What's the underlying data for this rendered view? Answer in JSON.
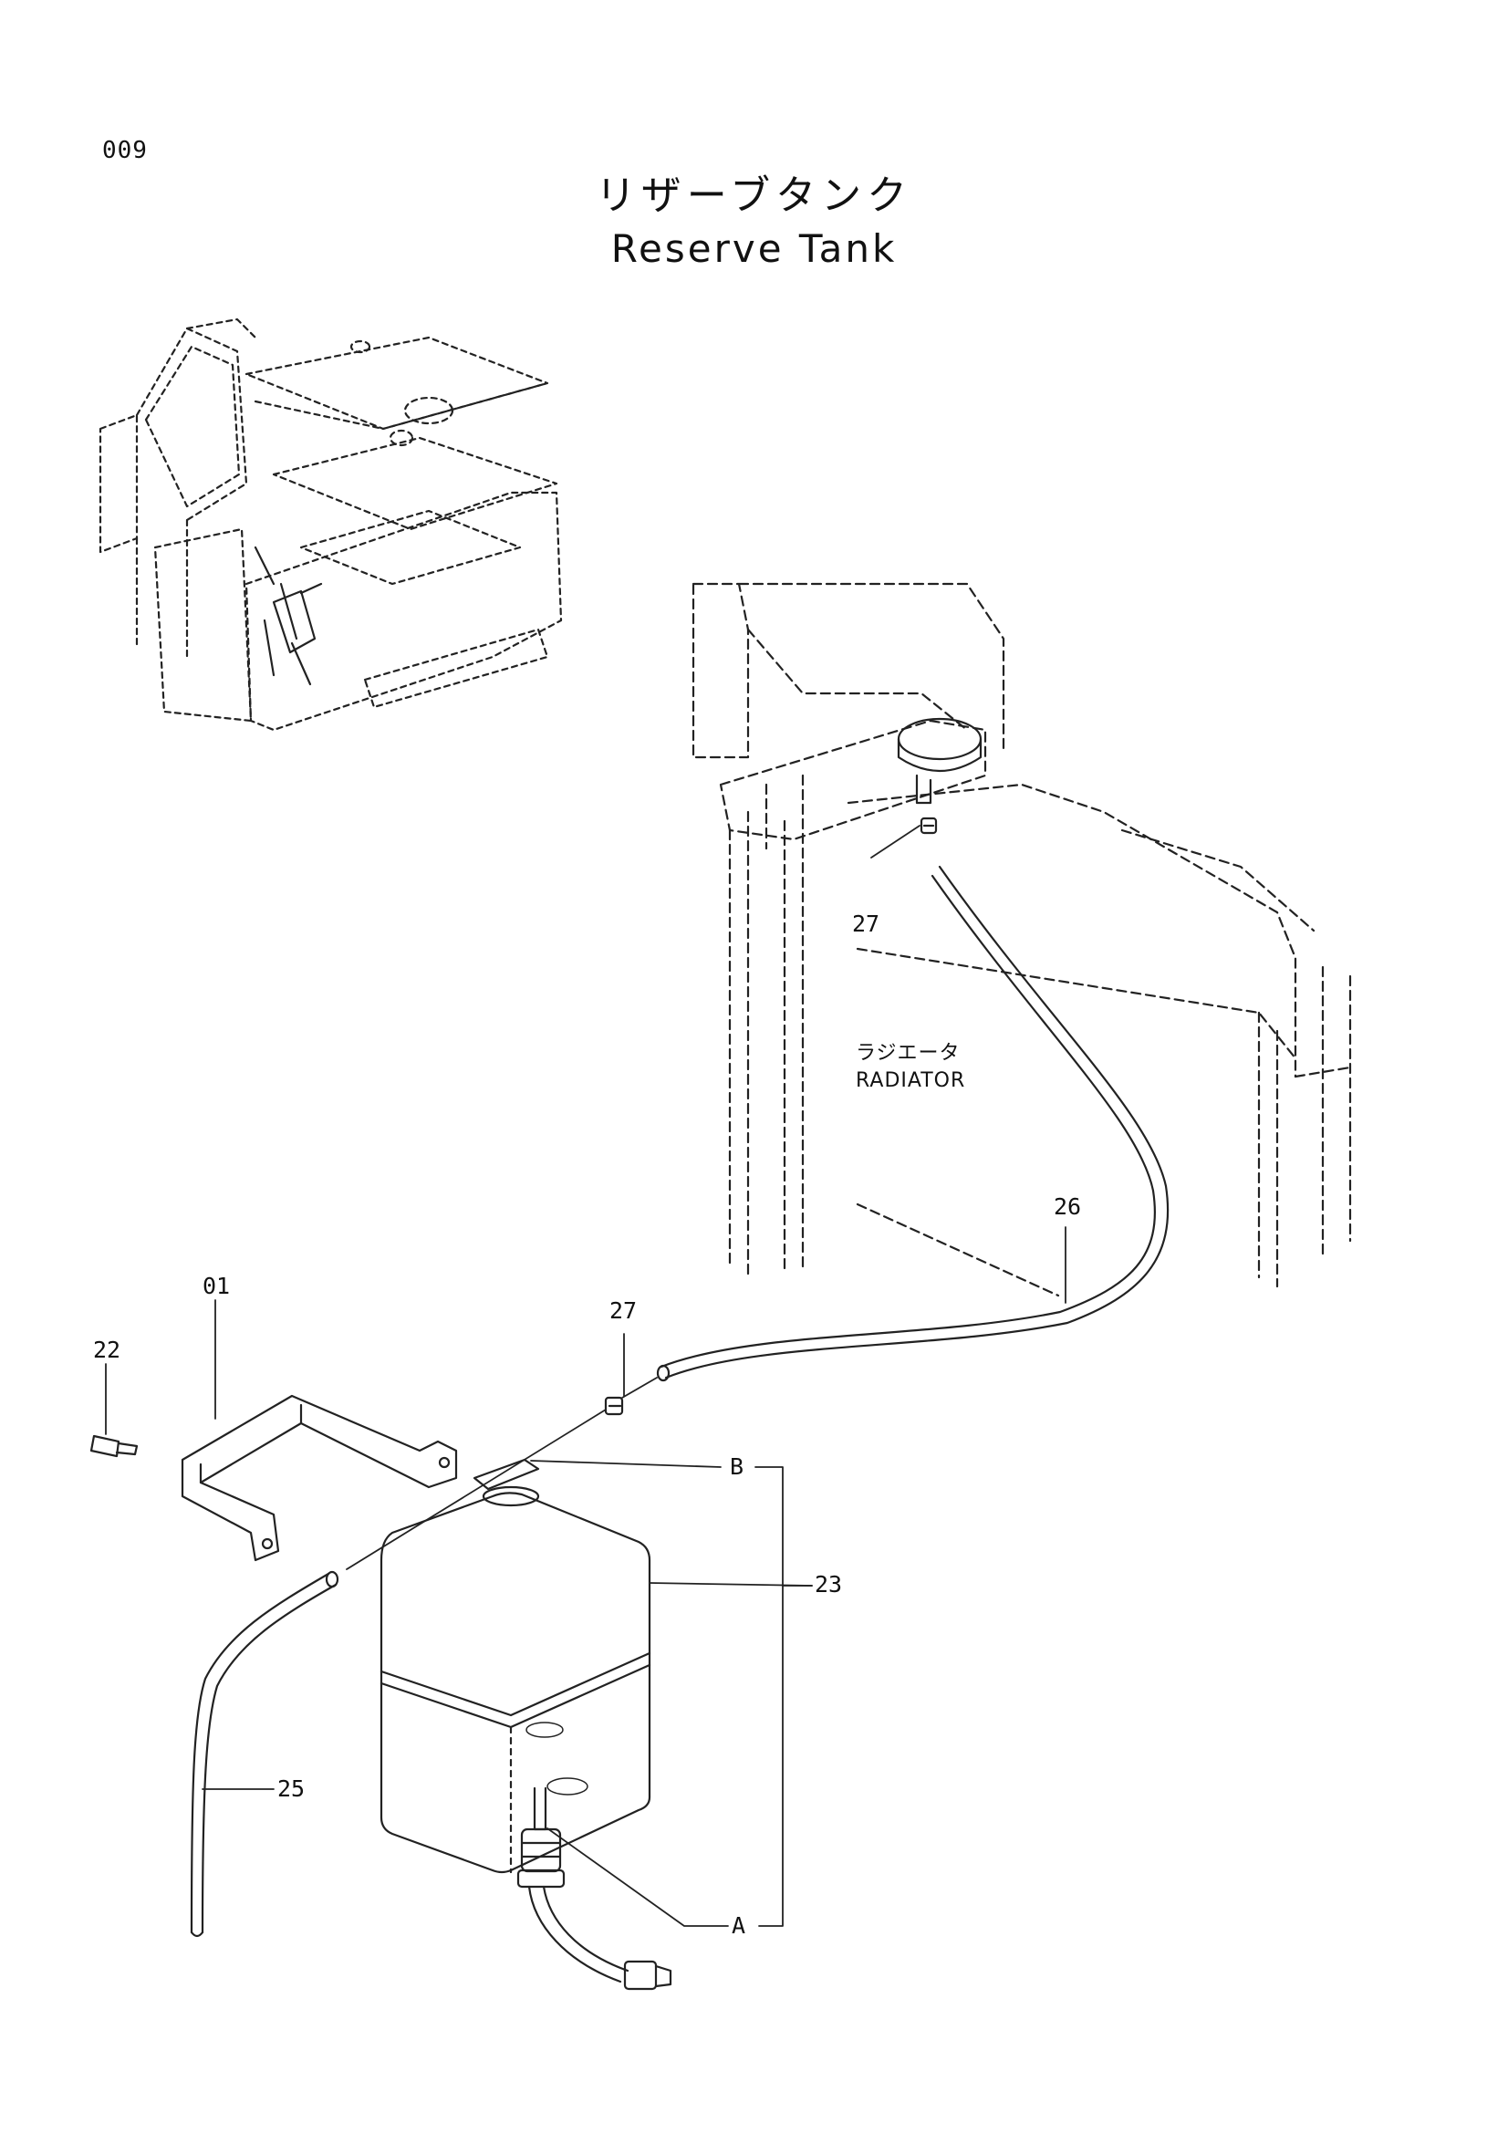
{
  "page_number": "009",
  "title_ja": "リザーブタンク",
  "title_en": "Reserve Tank",
  "radiator_label_ja": "ラジエータ",
  "radiator_label_en": "RADIATOR",
  "callouts": {
    "part_01": "01",
    "part_22": "22",
    "part_23": "23",
    "part_25": "25",
    "part_26": "26",
    "part_27_upper": "27",
    "part_27_lower": "27",
    "ref_a": "A",
    "ref_b": "B"
  }
}
